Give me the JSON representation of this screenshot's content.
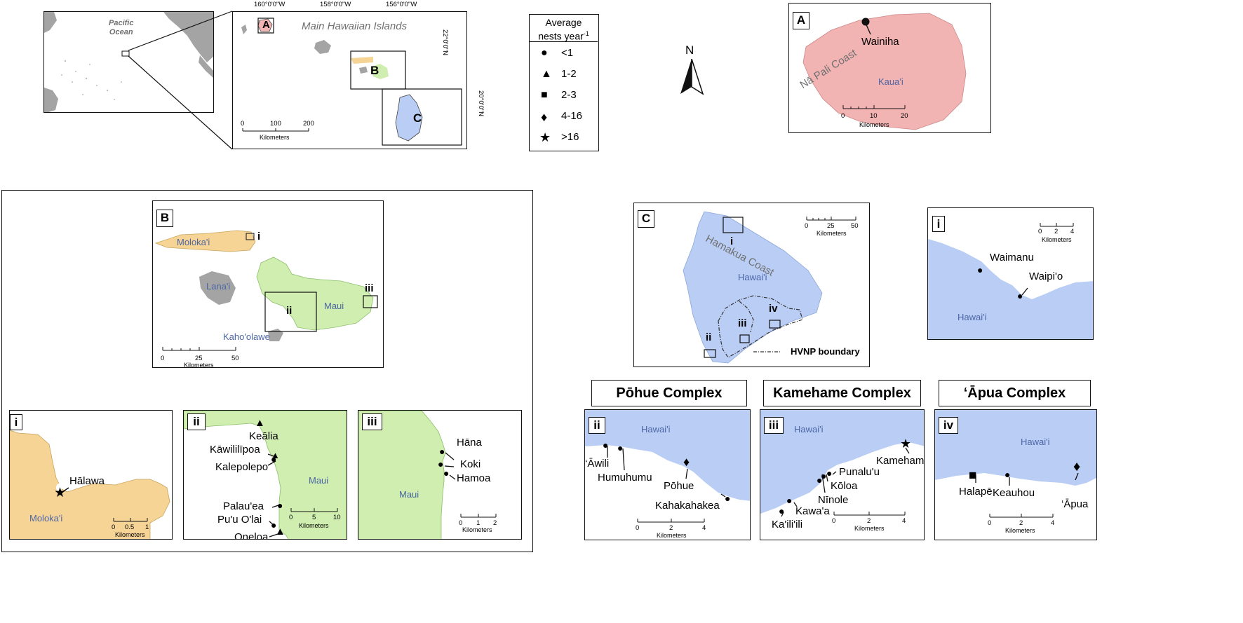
{
  "colors": {
    "kauai_fill": "#f2b3b3",
    "molokai_fill": "#f5d496",
    "maui_fill": "#cfeeb0",
    "hawaii_fill": "#b9cdf5",
    "land_gray": "#a4a4a4",
    "label_blue": "#4c66a6",
    "label_gray": "#707070"
  },
  "overview": {
    "ocean_label": "Pacific\nOcean",
    "main_islands_label": "Main Hawaiian Islands",
    "lon_ticks": [
      "160°0'0\"W",
      "158°0'0\"W",
      "156°0'0\"W"
    ],
    "lat_ticks": [
      "22°0'0\"N",
      "20°0'0\"N"
    ],
    "scale": {
      "ticks": [
        "0",
        "100",
        "200"
      ],
      "unit": "Kilometers"
    },
    "box_labels": [
      "A",
      "B",
      "C"
    ]
  },
  "legend": {
    "title_line1": "Average",
    "title_line2": "nests year",
    "title_sup": "-1",
    "items": [
      {
        "symbol": "circle-icon",
        "glyph": "●",
        "label": "<1"
      },
      {
        "symbol": "triangle-icon",
        "glyph": "▲",
        "label": "1-2"
      },
      {
        "symbol": "square-icon",
        "glyph": "■",
        "label": "2-3"
      },
      {
        "symbol": "diamond-icon",
        "glyph": "♦",
        "label": "4-16"
      },
      {
        "symbol": "star-icon",
        "glyph": "★",
        "label": ">16"
      }
    ]
  },
  "north_arrow": {
    "label": "N"
  },
  "panel_a": {
    "tag": "A",
    "island": "Kaua'i",
    "coast": "Nā Pali Coast",
    "sites": [
      "Wainiha"
    ],
    "scale": {
      "ticks": [
        "0",
        "10",
        "20"
      ],
      "unit": "Kilometers"
    }
  },
  "panel_b": {
    "tag": "B",
    "islands": [
      "Moloka'i",
      "Lana'i",
      "Maui",
      "Kaho'olawe"
    ],
    "inset_labels": [
      "i",
      "ii",
      "iii"
    ],
    "scale": {
      "ticks": [
        "0",
        "25",
        "50"
      ],
      "unit": "Kilometers"
    }
  },
  "panel_b_i": {
    "tag": "i",
    "island": "Moloka'i",
    "sites": [
      "Hālawa"
    ],
    "scale": {
      "ticks": [
        "0",
        "0.5",
        "1"
      ],
      "unit": "Kilometers"
    }
  },
  "panel_b_ii": {
    "tag": "ii",
    "island": "Maui",
    "sites": [
      "Keālia",
      "Kāwililīpoa",
      "Kalepolepo",
      "Palau'ea",
      "Pu'u O'lai",
      "Oneloa"
    ],
    "scale": {
      "ticks": [
        "0",
        "5",
        "10"
      ],
      "unit": "Kilometers"
    }
  },
  "panel_b_iii": {
    "tag": "iii",
    "island": "Maui",
    "sites": [
      "Hāna",
      "Koki",
      "Hamoa"
    ],
    "scale": {
      "ticks": [
        "0",
        "1",
        "2"
      ],
      "unit": "Kilometers"
    }
  },
  "panel_c": {
    "tag": "C",
    "island": "Hawai'i",
    "coast": "Hamakua Coast",
    "inset_labels": [
      "i",
      "ii",
      "iii",
      "iv"
    ],
    "boundary_label": "HVNP boundary",
    "scale": {
      "ticks": [
        "0",
        "25",
        "50"
      ],
      "unit": "Kilometers"
    }
  },
  "panel_c_i": {
    "tag": "i",
    "island": "Hawai'i",
    "sites": [
      "Waimanu",
      "Waipi'o"
    ],
    "scale": {
      "ticks": [
        "0",
        "2",
        "4"
      ],
      "unit": "Kilometers"
    }
  },
  "complex_headers": [
    "Pōhue Complex",
    "Kamehame Complex",
    "‘Āpua Complex"
  ],
  "panel_c_ii": {
    "tag": "ii",
    "island": "Hawai'i",
    "sites": [
      "‘Āwili",
      "Humuhumu",
      "Pōhue",
      "Kahakahakea"
    ],
    "scale": {
      "ticks": [
        "0",
        "2",
        "4"
      ],
      "unit": "Kilometers"
    }
  },
  "panel_c_iii": {
    "tag": "iii",
    "island": "Hawai'i",
    "sites": [
      "Kamehame",
      "Punalu'u",
      "Kōloa",
      "Nīnole",
      "Kawa'a",
      "Ka'ili'ili"
    ],
    "scale": {
      "ticks": [
        "0",
        "2",
        "4"
      ],
      "unit": "Kilometers"
    }
  },
  "panel_c_iv": {
    "tag": "iv",
    "island": "Hawai'i",
    "sites": [
      "Halapē",
      "Keauhou",
      "‘Āpua"
    ],
    "scale": {
      "ticks": [
        "0",
        "2",
        "4"
      ],
      "unit": "Kilometers"
    }
  }
}
